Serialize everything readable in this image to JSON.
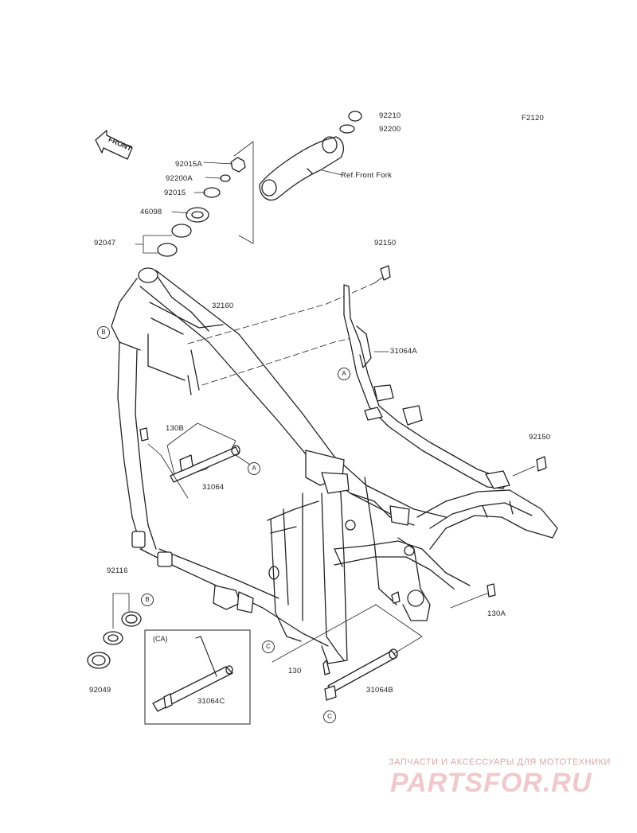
{
  "diagram_code": "F2120",
  "front_arrow_text": "FRONT",
  "ref_text": "Ref.Front Fork",
  "ca_box_label": "(CA)",
  "watermark": {
    "tagline": "ЗАПЧАСТИ И АКСЕССУАРЫ ДЛЯ МОТОТЕХНИКИ",
    "brand": "PARTSFOR.RU"
  },
  "labels": {
    "p92210": "92210",
    "p92200": "92200",
    "p92015A": "92015A",
    "p92200A": "92200A",
    "p92015": "92015",
    "p46098": "46098",
    "p92047": "92047",
    "p92150_top": "92150",
    "p32160": "32160",
    "p31064A": "31064A",
    "p130B": "130B",
    "p31064": "31064",
    "p92150_right": "92150",
    "p92116": "92116",
    "p92049": "92049",
    "p31064C": "31064C",
    "p130": "130",
    "p31064B": "31064B",
    "p130A": "130A"
  },
  "markers": {
    "B1": "B",
    "A1": "A",
    "A2": "A",
    "B2": "B",
    "C1": "C",
    "C2": "C"
  }
}
